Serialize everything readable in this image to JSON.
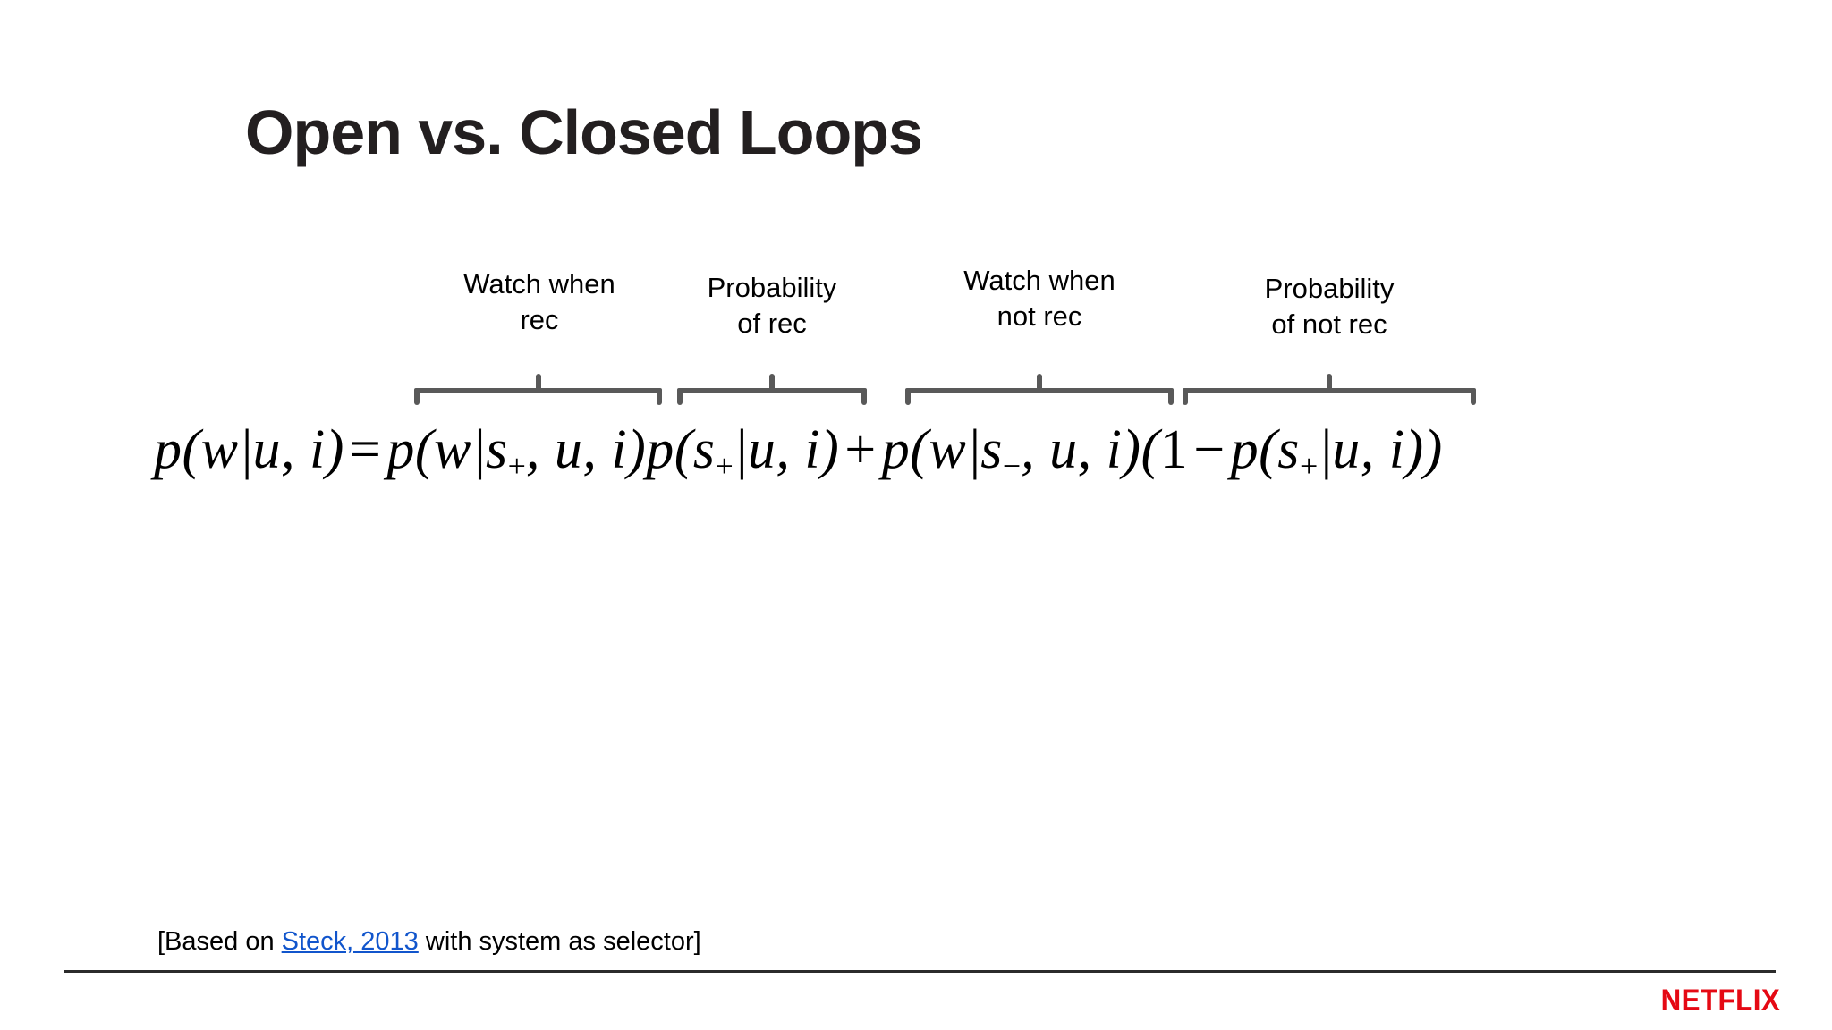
{
  "slide": {
    "title": "Open vs. Closed Loops",
    "background_color": "#ffffff",
    "title_color": "#231f20"
  },
  "annotations": {
    "brace_color": "#595959",
    "labels": [
      {
        "id": "watch-when-rec",
        "text": "Watch when\nrec"
      },
      {
        "id": "probability-of-rec",
        "text": "Probability\nof rec"
      },
      {
        "id": "watch-when-not-rec",
        "text": "Watch when\nnot rec"
      },
      {
        "id": "probability-of-not-rec",
        "text": "Probability\nof not rec"
      }
    ]
  },
  "formula": {
    "plain_text": "p(w|u, i) = p(w|s+, u, i)p(s+|u, i) + p(w|s-, u, i)(1 - p(s+|u, i))",
    "lhs": "p(w|u, i)",
    "equals": "=",
    "term_1_watch_when_rec": "p(w|s+, u, i)",
    "term_2_probability_of_rec": "p(s+|u, i)",
    "plus": "+",
    "term_3_watch_when_not_rec": "p(w|s-, u, i)",
    "term_4_probability_of_not_rec": "(1 - p(s+|u, i))"
  },
  "footnote": {
    "prefix": "[Based on ",
    "link_text": "Steck, 2013",
    "suffix": " with system as selector]",
    "link_color": "#1155cc"
  },
  "branding": {
    "logo_text": "NETFLIX",
    "logo_color": "#e50914"
  }
}
